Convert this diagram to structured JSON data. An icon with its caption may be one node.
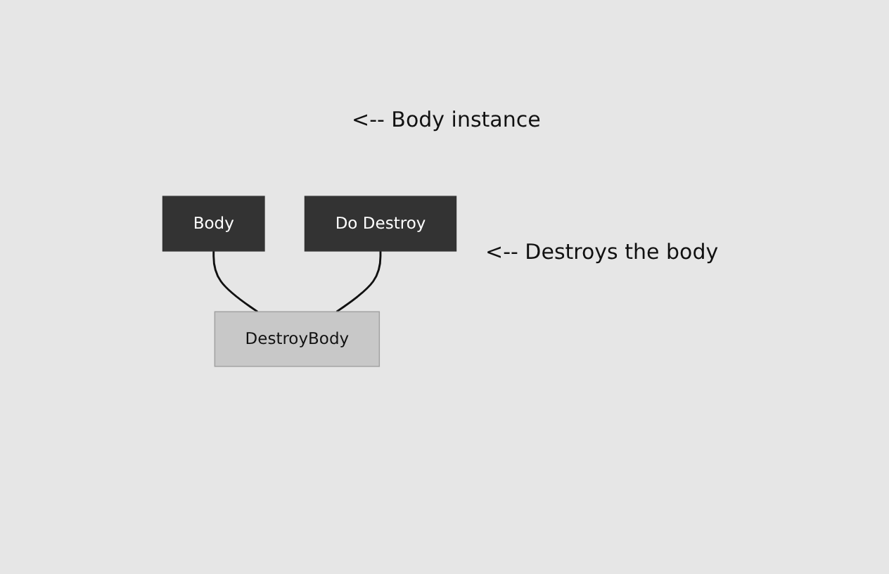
{
  "diagram": {
    "nodes": [
      {
        "text": [
          "Body"
        ]
      },
      {
        "text": [
          "Do Destroy"
        ]
      },
      {
        "text": [
          "DestroyBody"
        ]
      }
    ],
    "edges": [
      {
        "from": 0,
        "to": 2,
        "arrow": "none"
      },
      {
        "from": 1,
        "to": 2,
        "arrow": "none"
      }
    ],
    "labels": [
      "<-- Body instance",
      "<-- Destroys the body"
    ]
  }
}
